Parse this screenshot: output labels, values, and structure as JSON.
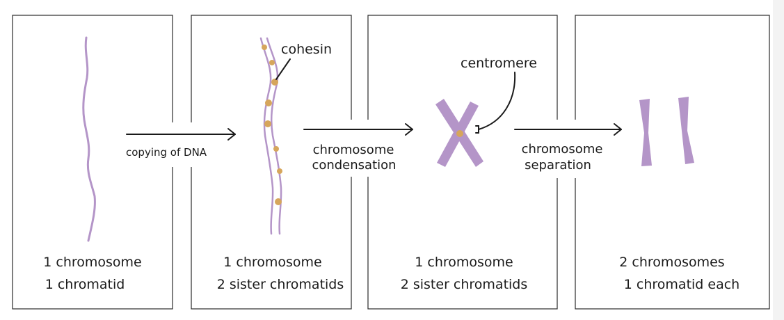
{
  "colors": {
    "chromosome": "#b495c8",
    "cohesin": "#d6a65c",
    "ink": "#1a1a1a",
    "border": "#2a2a2a"
  },
  "panels": [
    {
      "caption_line1": "1 chromosome",
      "caption_line2": "1 chromatid"
    },
    {
      "caption_line1": "1 chromosome",
      "caption_line2": "2 sister chromatids",
      "label": "cohesin"
    },
    {
      "caption_line1": "1 chromosome",
      "caption_line2": "2 sister chromatids",
      "label": "centromere"
    },
    {
      "caption_line1": "2 chromosomes",
      "caption_line2": "1 chromatid each"
    }
  ],
  "arrows": [
    {
      "line1": "copying of DNA",
      "line2": ""
    },
    {
      "line1": "chromosome",
      "line2": "condensation"
    },
    {
      "line1": "chromosome",
      "line2": "separation"
    }
  ]
}
